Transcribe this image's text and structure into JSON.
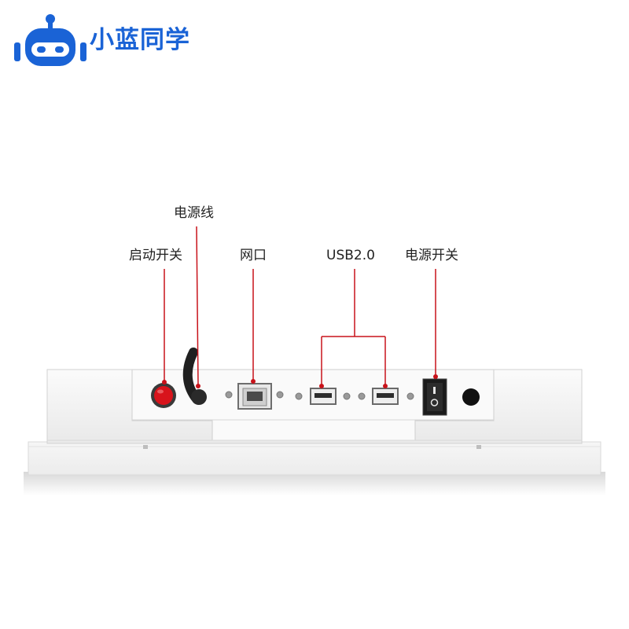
{
  "brand": {
    "name": "小蓝同学",
    "color": "#1a63d6"
  },
  "labels": {
    "power_cord": "电源线",
    "start_switch": "启动开关",
    "network_port": "网口",
    "usb": "USB2.0",
    "power_switch": "电源开关"
  },
  "colors": {
    "callout_line": "#c8121a",
    "start_button": "#d8141c",
    "device_body": "#f3f3f3"
  },
  "icons": [
    "robot-logo-icon"
  ]
}
